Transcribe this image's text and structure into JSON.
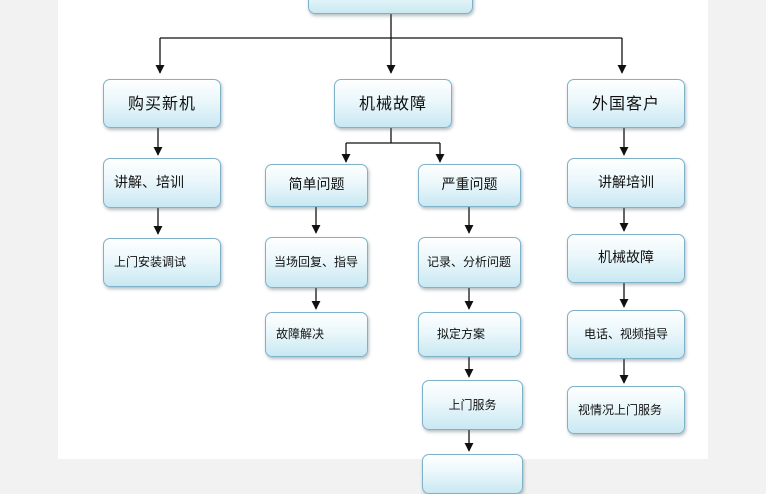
{
  "top": {
    "label": ""
  },
  "branches": [
    {
      "head": "购买新机",
      "steps": [
        "讲解、培训",
        "上门安装调试"
      ]
    },
    {
      "head": "机械故障",
      "sub": [
        {
          "head": "简单问题",
          "steps": [
            "当场回复、指导",
            "故障解决"
          ]
        },
        {
          "head": "严重问题",
          "steps": [
            "记录、分析问题",
            "拟定方案",
            "上门服务",
            ""
          ]
        }
      ]
    },
    {
      "head": "外国客户",
      "steps": [
        "讲解培训",
        "机械故障",
        "电话、视频指导",
        "视情况上门服务"
      ]
    }
  ]
}
